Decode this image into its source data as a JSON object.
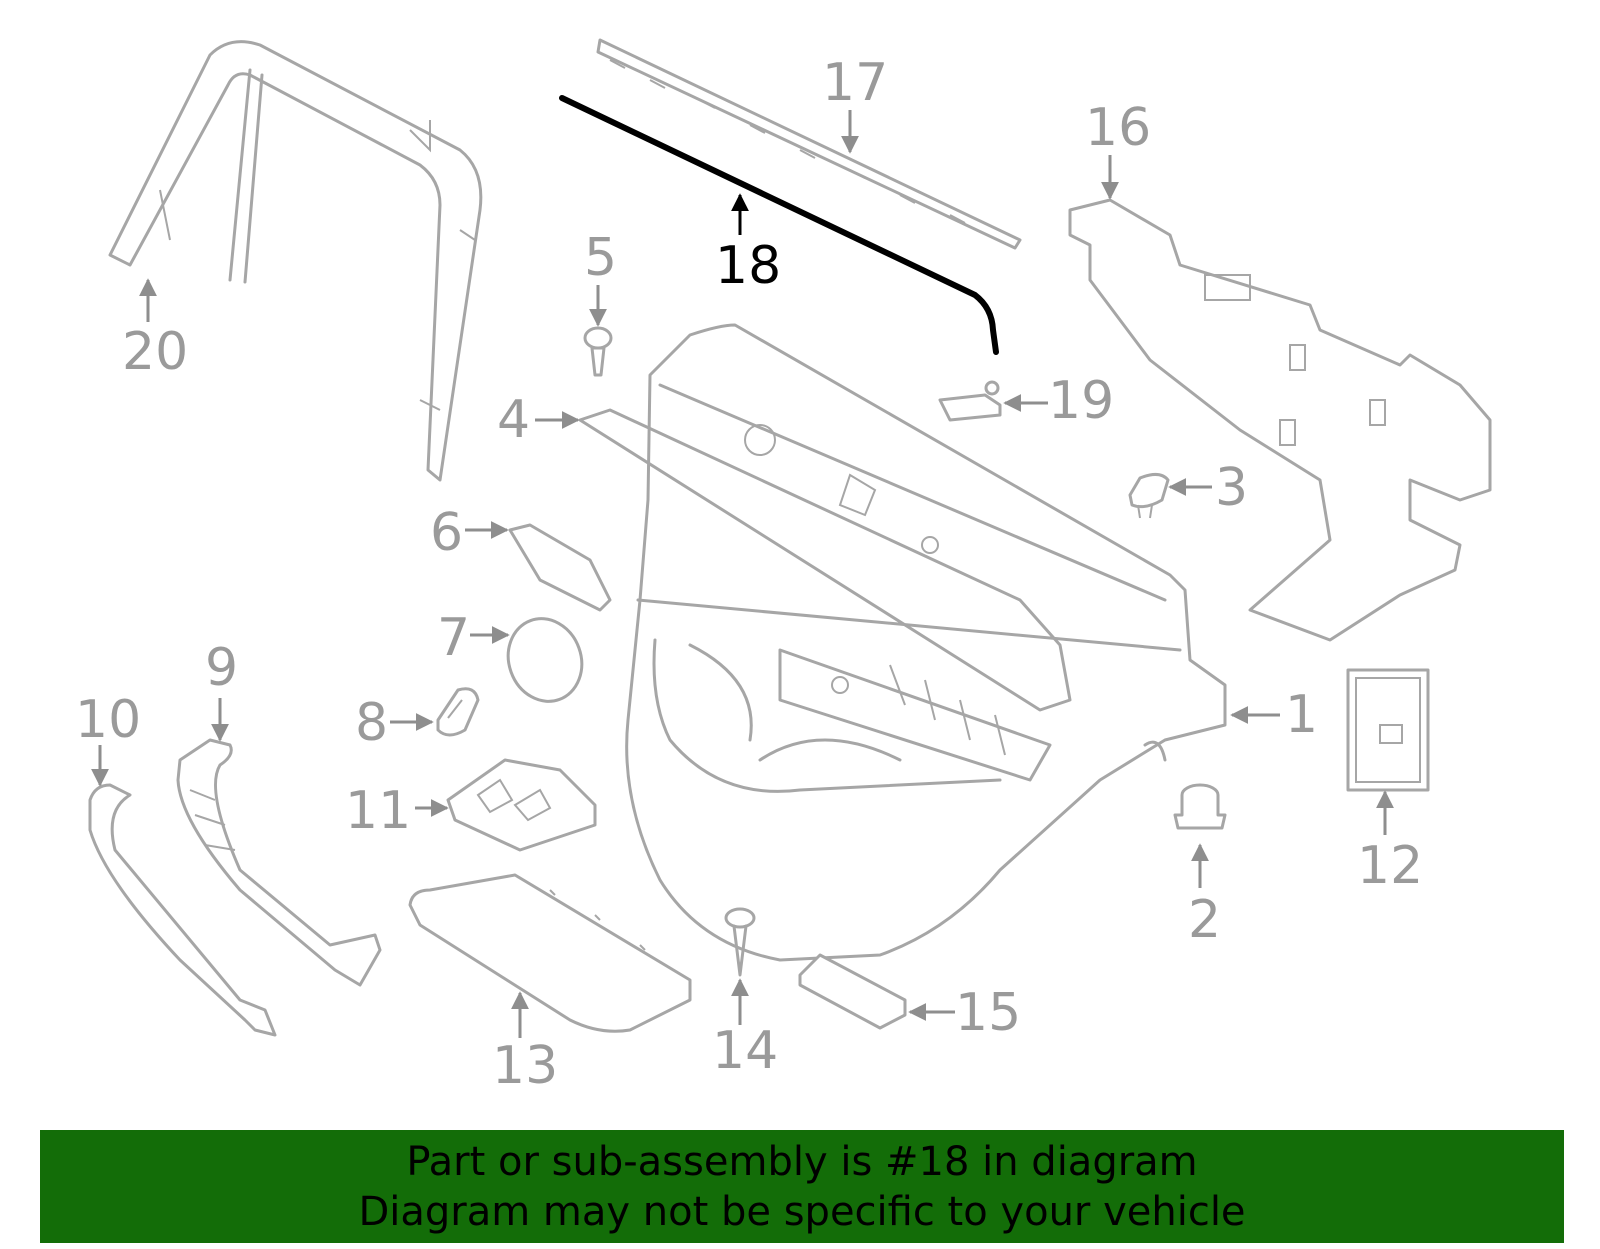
{
  "diagram": {
    "highlighted_callout": "18",
    "callouts": {
      "c1": "1",
      "c2": "2",
      "c3": "3",
      "c4": "4",
      "c5": "5",
      "c6": "6",
      "c7": "7",
      "c8": "8",
      "c9": "9",
      "c10": "10",
      "c11": "11",
      "c12": "12",
      "c13": "13",
      "c14": "14",
      "c15": "15",
      "c16": "16",
      "c17": "17",
      "c18": "18",
      "c19": "19",
      "c20": "20"
    },
    "colors": {
      "part_outline": "#a6a6a6",
      "callout_text": "#9a9a9a",
      "highlight": "#000000",
      "banner_background": "#136d08"
    }
  },
  "banner": {
    "line1": "Part or sub-assembly is #18 in diagram",
    "line2": "Diagram may not be specific to your vehicle"
  }
}
